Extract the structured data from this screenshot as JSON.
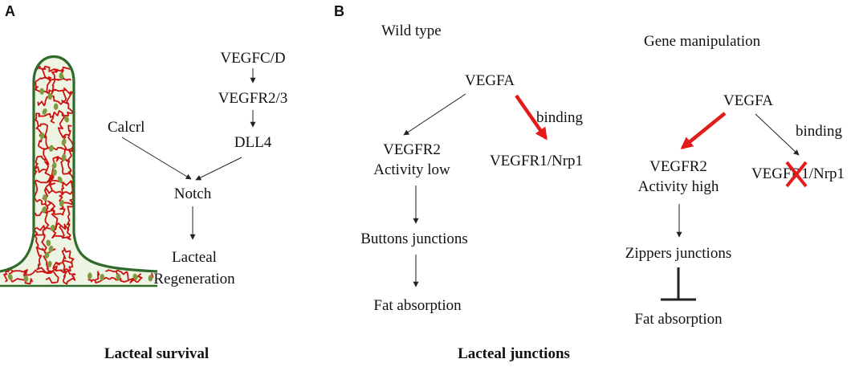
{
  "colors": {
    "villus_outline": "#2f6b2a",
    "villus_fill": "#eef4e2",
    "vessel": "#cc1111",
    "nuclei": "#7f9a42",
    "arrow_thin": "#222222",
    "arrow_red": "#e31b1b",
    "cross": "#e31b1b",
    "text": "#111111"
  },
  "panel_a": {
    "letter": "A",
    "nodes": {
      "vegfc_d": "VEGFC/D",
      "vegfr2_3": "VEGFR2/3",
      "calcrl": "Calcrl",
      "dll4": "DLL4",
      "notch": "Notch",
      "lacteal": "Lacteal",
      "regeneration": "Regeneration"
    },
    "caption": "Lacteal survival"
  },
  "panel_b": {
    "letter": "B",
    "wild_type": {
      "title": "Wild type",
      "vegfa": "VEGFA",
      "binding": "binding",
      "vegfr2": "VEGFR2",
      "activity": "Activity low",
      "vegfr1": "VEGFR1/Nrp1",
      "junctions": "Buttons junctions",
      "fat": "Fat absorption"
    },
    "gene_manipulation": {
      "title": "Gene manipulation",
      "vegfa": "VEGFA",
      "binding": "binding",
      "vegfr2": "VEGFR2",
      "activity": "Activity high",
      "vegfr1": "VEGFR1/Nrp1",
      "junctions": "Zippers junctions",
      "fat": "Fat absorption"
    },
    "caption": "Lacteal junctions"
  }
}
